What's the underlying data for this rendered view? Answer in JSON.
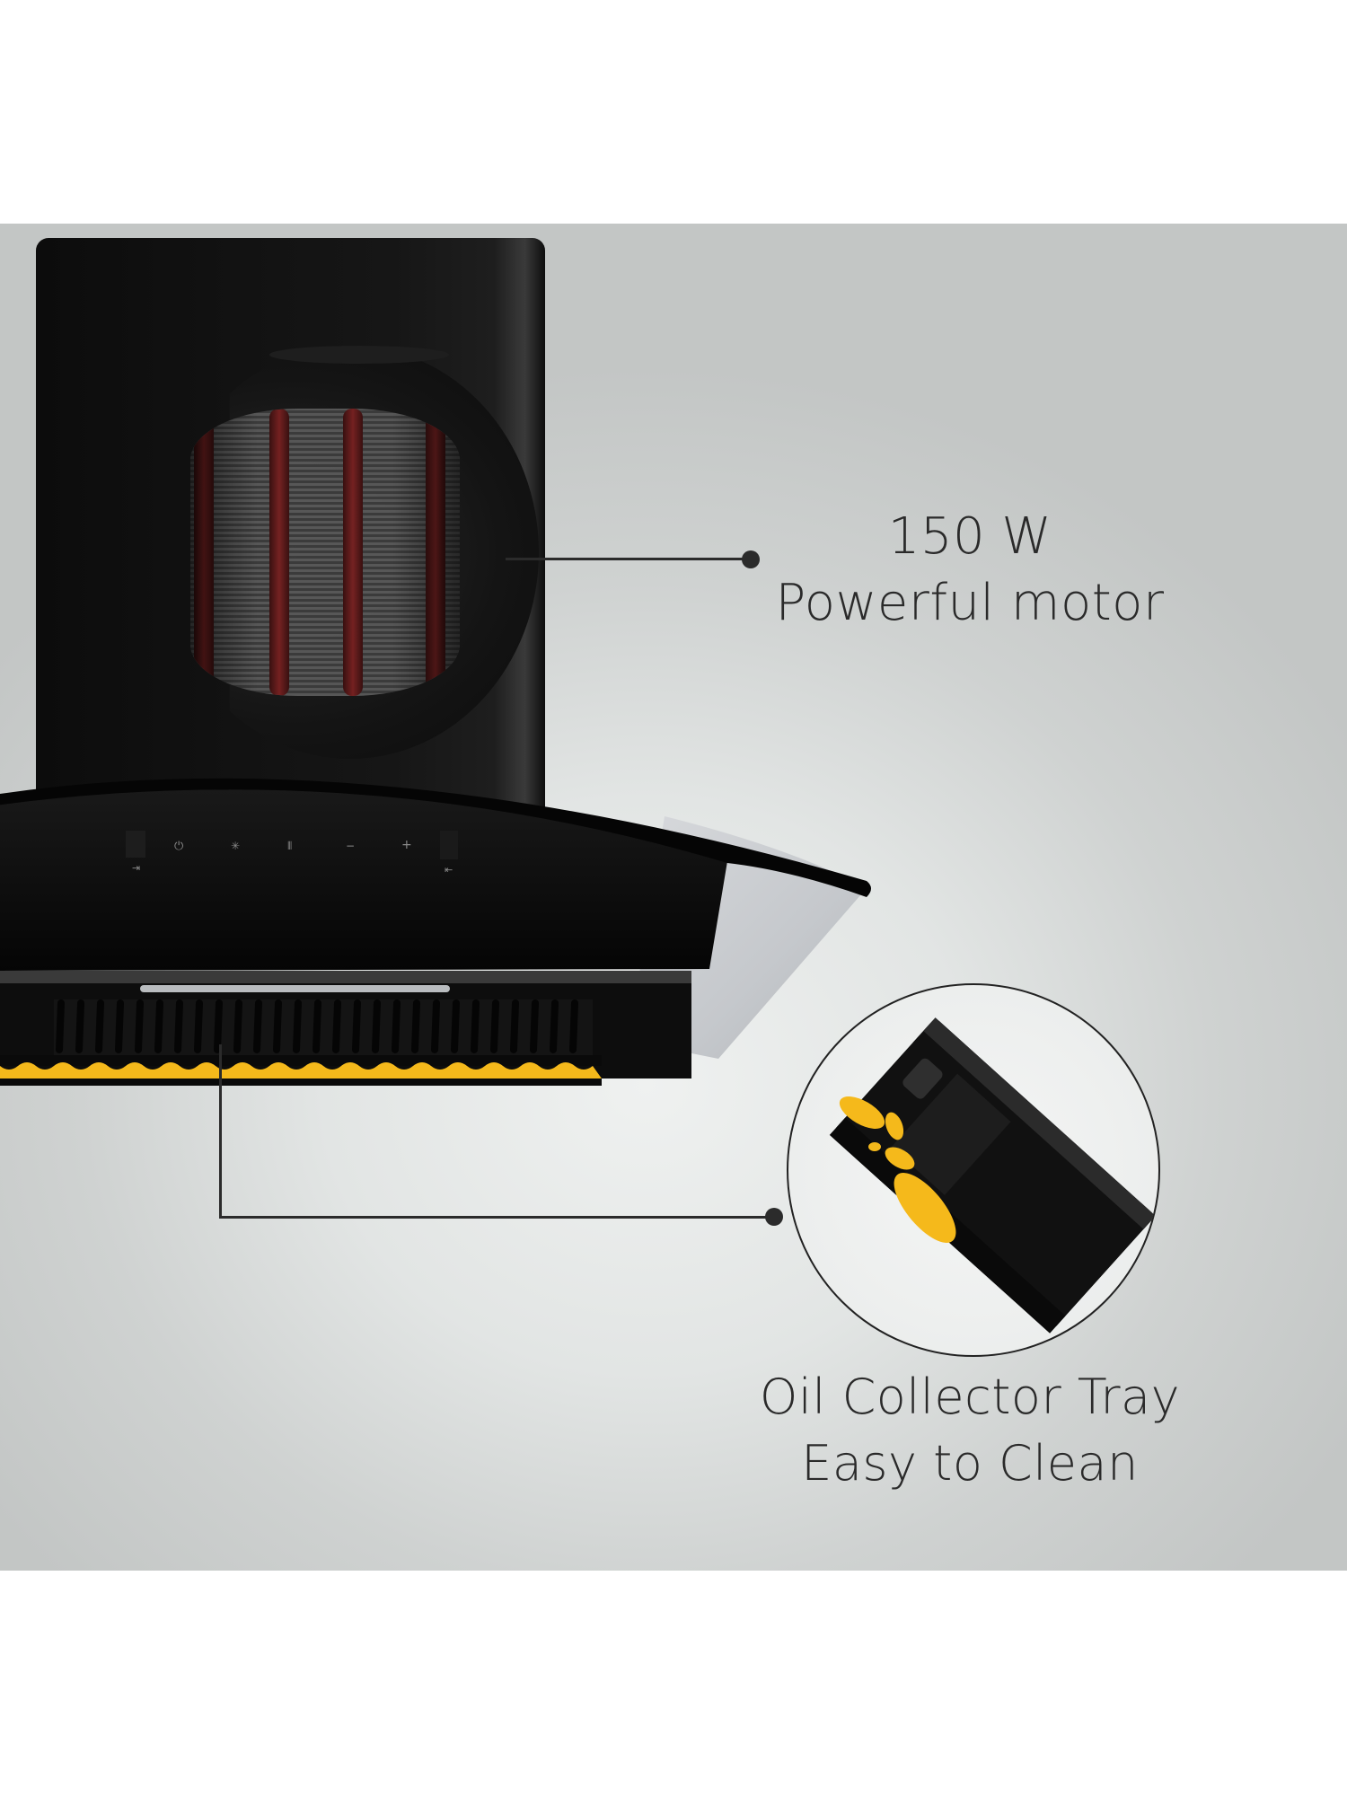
{
  "product": {
    "name": "Kitchen chimney hood",
    "colors": {
      "body": "#0c0c0c",
      "accent_yellow": "#f5b91b",
      "motor_red": "#7a2222",
      "text": "#2a2a2a",
      "background_light": "#eff1f0",
      "background_edge": "#c3c6c5"
    }
  },
  "control_panel": {
    "buttons": [
      {
        "icon": "left-indicator-icon",
        "glyph": "⇥"
      },
      {
        "icon": "power-icon",
        "glyph": "⏻"
      },
      {
        "icon": "light-icon",
        "glyph": "✳"
      },
      {
        "icon": "timer-icon",
        "glyph": "⦀"
      },
      {
        "icon": "minus-icon",
        "glyph": "−"
      },
      {
        "icon": "plus-icon",
        "glyph": "+"
      },
      {
        "icon": "right-indicator-icon",
        "glyph": "⇤"
      }
    ]
  },
  "features": [
    {
      "line1": "150 W",
      "line2": "Powerful motor"
    },
    {
      "line1": "Oil Collector Tray",
      "line2": "Easy to Clean"
    }
  ]
}
